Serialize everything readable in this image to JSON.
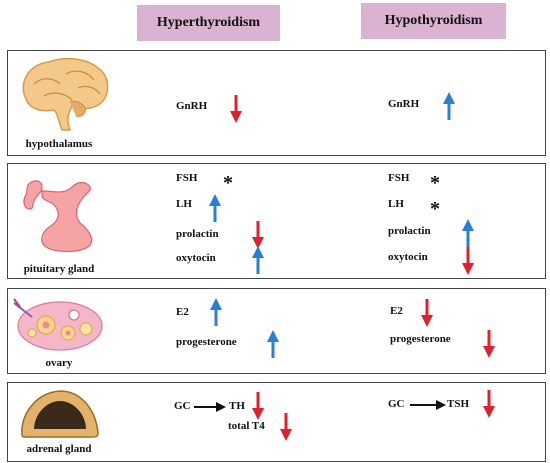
{
  "columns": {
    "left": "Hyperthyroidism",
    "right": "Hypothyroidism"
  },
  "panels": {
    "hypothalamus": {
      "caption": "hypothalamus",
      "left": [
        "GnRH"
      ],
      "right": [
        "GnRH"
      ]
    },
    "pituitary": {
      "caption": "pituitary gland",
      "left": [
        "FSH",
        "LH",
        "prolactin",
        "oxytocin"
      ],
      "right": [
        "FSH",
        "LH",
        "prolactin",
        "oxytocin"
      ]
    },
    "ovary": {
      "caption": "ovary",
      "left": [
        "E2",
        "progesterone"
      ],
      "right": [
        "E2",
        "progesterone"
      ]
    },
    "adrenal": {
      "caption": "adrenal gland",
      "left": [
        "GC",
        "TH",
        "total T4"
      ],
      "right": [
        "GC",
        "TSH"
      ]
    }
  },
  "symbols": {
    "unchanged": "*"
  },
  "colors": {
    "increase": "#2a7fd4",
    "decrease": "#e0202a",
    "header_bg": "#d9b3cf"
  }
}
